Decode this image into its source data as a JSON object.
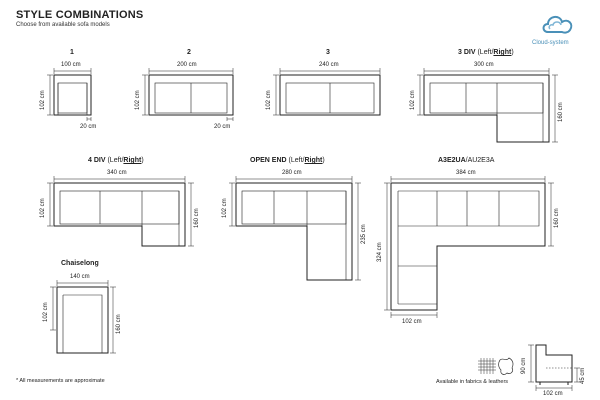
{
  "header": {
    "title": "STYLE COMBINATIONS",
    "subtitle": "Choose from available sofa models",
    "brand": "Cloud-system"
  },
  "models": {
    "m1": {
      "label": "1",
      "width": "100 cm",
      "height": "102 cm",
      "arm": "20 cm"
    },
    "m2": {
      "label": "2",
      "width": "200 cm",
      "height": "102 cm",
      "arm": "20 cm"
    },
    "m3": {
      "label": "3",
      "width": "240 cm",
      "height": "102 cm"
    },
    "m3div": {
      "label": "3 DIV",
      "opt_open": "(Left/",
      "opt_right": "Right",
      "opt_close": ")",
      "width": "300 cm",
      "height": "102 cm",
      "depth": "160 cm"
    },
    "m4div": {
      "label": "4 DIV",
      "opt_open": "(Left/",
      "opt_right": "Right",
      "opt_close": ")",
      "width": "340 cm",
      "height": "102 cm",
      "depth": "160 cm"
    },
    "mopen": {
      "label": "OPEN END",
      "opt_open": "(Left/",
      "opt_right": "Right",
      "opt_close": ")",
      "width": "280 cm",
      "height": "102 cm",
      "depth": "235 cm"
    },
    "ma3e": {
      "label": "A3E2UA",
      "alt": "/AU2E3A",
      "width": "384 cm",
      "height": "324 cm",
      "depth": "160 cm",
      "arm_width": "102 cm"
    },
    "mchaise": {
      "label": "Chaiselong",
      "width": "140 cm",
      "height": "102 cm",
      "depth": "160 cm"
    }
  },
  "footer": {
    "note": "* All measurements are approximate",
    "fabrics": "Available in fabrics & leathers",
    "side_height": "90 cm",
    "side_seat": "45 cm",
    "side_depth": "102 cm"
  }
}
